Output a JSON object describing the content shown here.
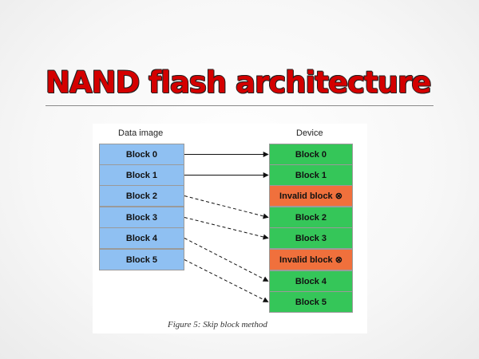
{
  "slide": {
    "title": "NAND flash architecture"
  },
  "figure": {
    "left_header": "Data image",
    "right_header": "Device",
    "caption": "Figure 5: Skip block method",
    "data_image_blocks": [
      "Block 0",
      "Block 1",
      "Block 2",
      "Block 3",
      "Block 4",
      "Block 5"
    ],
    "device_blocks": [
      {
        "label": "Block 0",
        "status": "valid"
      },
      {
        "label": "Block 1",
        "status": "valid"
      },
      {
        "label": "Invalid block ⊗",
        "status": "invalid"
      },
      {
        "label": "Block 2",
        "status": "valid"
      },
      {
        "label": "Block 3",
        "status": "valid"
      },
      {
        "label": "Invalid block ⊗",
        "status": "invalid"
      },
      {
        "label": "Block 4",
        "status": "valid"
      },
      {
        "label": "Block 5",
        "status": "valid"
      }
    ],
    "mapping": [
      {
        "from": 0,
        "to": 0,
        "style": "solid"
      },
      {
        "from": 1,
        "to": 1,
        "style": "solid"
      },
      {
        "from": 2,
        "to": 3,
        "style": "dashed"
      },
      {
        "from": 3,
        "to": 4,
        "style": "dashed"
      },
      {
        "from": 4,
        "to": 6,
        "style": "dashed"
      },
      {
        "from": 5,
        "to": 7,
        "style": "dashed"
      }
    ],
    "colors": {
      "data_block": "#8fc0f2",
      "valid_block": "#35c659",
      "invalid_block": "#f0703c",
      "title": "#d40000"
    }
  }
}
